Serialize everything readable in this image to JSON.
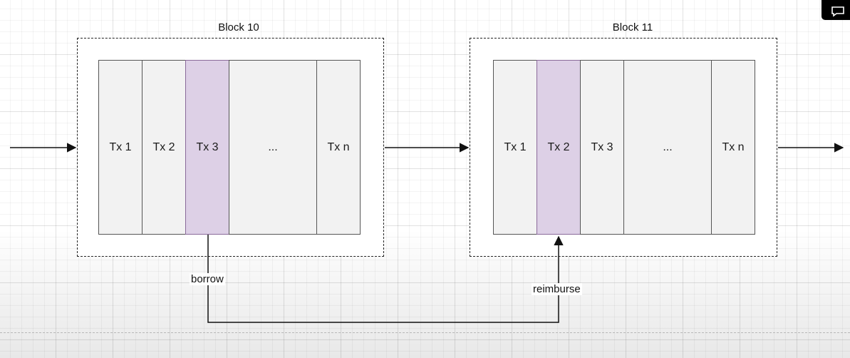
{
  "blocks": [
    {
      "title": "Block 10",
      "transactions": [
        "Tx 1",
        "Tx 2",
        "Tx 3",
        "...",
        "Tx n"
      ],
      "highlighted": "Tx 3"
    },
    {
      "title": "Block 11",
      "transactions": [
        "Tx 1",
        "Tx 2",
        "Tx 3",
        "...",
        "Tx n"
      ],
      "highlighted": "Tx 2"
    }
  ],
  "edges": {
    "borrow_label": "borrow",
    "reimburse_label": "reimburse"
  },
  "colors": {
    "tx_fill": "#f2f2f2",
    "highlight_fill": "#ddd0e6",
    "line": "#111111"
  },
  "icons": {
    "corner_button": "comment-icon"
  }
}
